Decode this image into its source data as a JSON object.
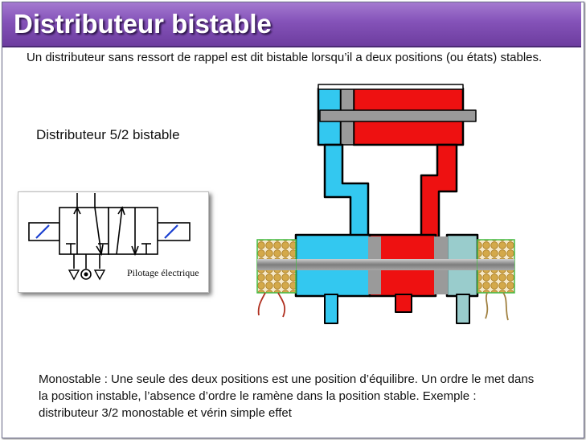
{
  "slide": {
    "title": "Distributeur bistable",
    "intro": "Un distributeur  sans ressort de rappel est dit bistable lorsqu’il a deux positions (ou états) stables.",
    "subtitle": "Distributeur 5/2 bistable",
    "pilot_label": "Pilotage électrique",
    "monostable_text": "Monostable : Une seule des deux positions est une position d’équilibre. Un ordre le met dans la position instable, l’absence d’ordre le ramène dans la position stable. Exemple : distributeur 3/2 monostable et vérin simple effet"
  },
  "colors": {
    "title_bar": "#8452b8",
    "cyan": "#33c8f0",
    "red": "#ee1111",
    "teal": "#99cccc",
    "spool_gray": "#9a9a9a",
    "coil_gold": "#d4a94a",
    "coil_border": "#44bb44"
  },
  "icons": [
    "solenoid-left-icon",
    "solenoid-right-icon",
    "exhaust-triangle-icon",
    "pressure-source-icon"
  ]
}
